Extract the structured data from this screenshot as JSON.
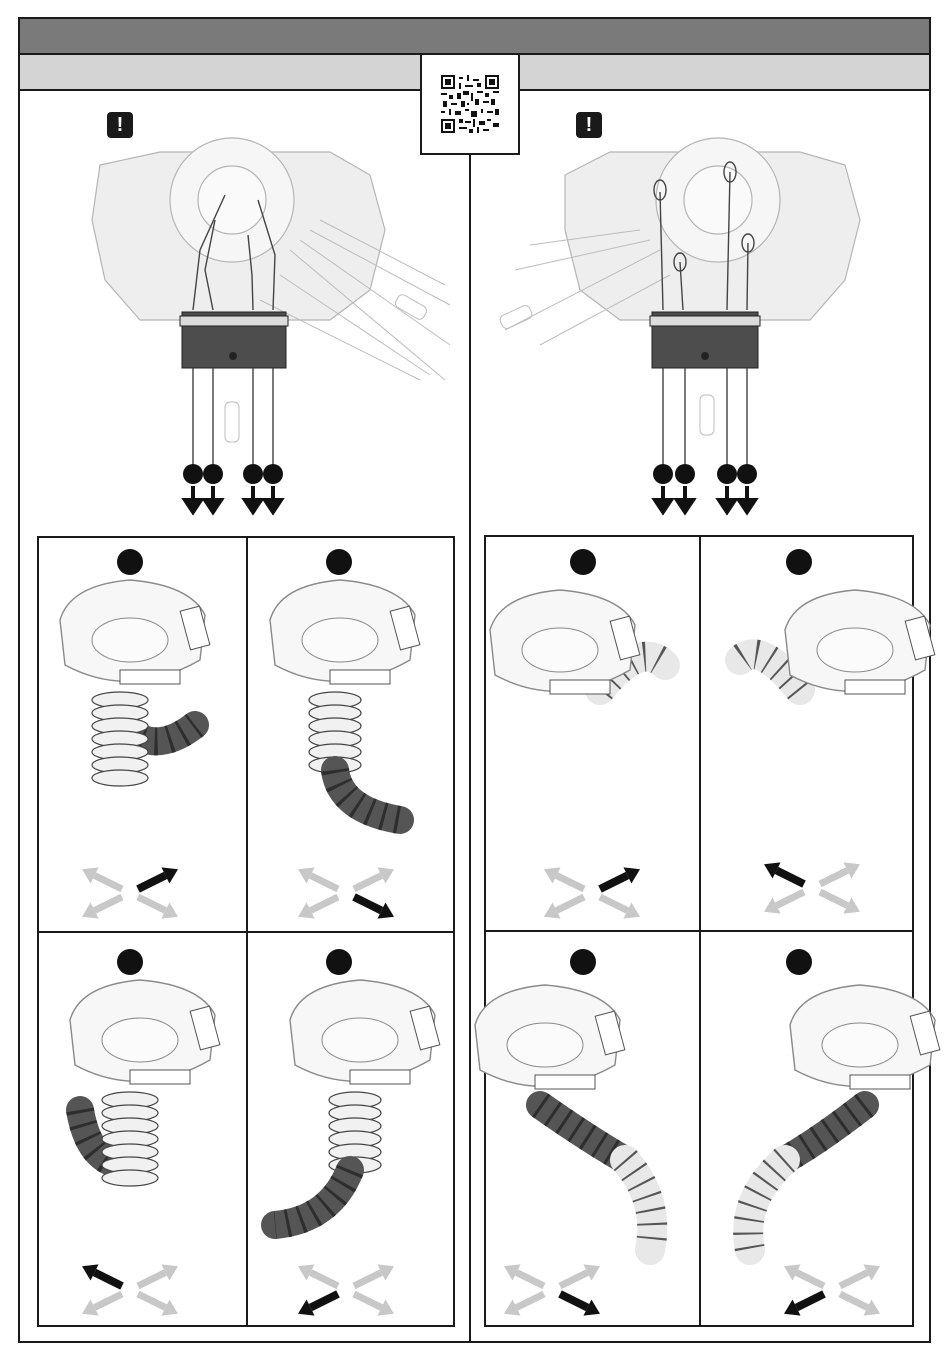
{
  "header": {
    "bar_color": "#7a7a7a",
    "subbar_color": "#d4d4d4"
  },
  "qr": {
    "icon": "qr-code-icon"
  },
  "warning": {
    "symbol": "!",
    "icon": "warning-icon"
  },
  "colors": {
    "connector": "#4d4d4d",
    "hose_dark": "#555555",
    "arrow_active": "#111111",
    "arrow_inactive": "#c8c8c8"
  },
  "left_panel": {
    "pull_arrows": 4,
    "steps": [
      {
        "step_icon": "step-dot-icon",
        "active_direction": "up-right"
      },
      {
        "step_icon": "step-dot-icon",
        "active_direction": "down-right"
      },
      {
        "step_icon": "step-dot-icon",
        "active_direction": "up-left"
      },
      {
        "step_icon": "step-dot-icon",
        "active_direction": "down-left"
      }
    ]
  },
  "right_panel": {
    "pull_arrows": 4,
    "steps": [
      {
        "step_icon": "step-dot-icon",
        "active_direction": "up-right"
      },
      {
        "step_icon": "step-dot-icon",
        "active_direction": "up-left"
      },
      {
        "step_icon": "step-dot-icon",
        "active_direction": "down-right"
      },
      {
        "step_icon": "step-dot-icon",
        "active_direction": "down-left"
      }
    ]
  }
}
